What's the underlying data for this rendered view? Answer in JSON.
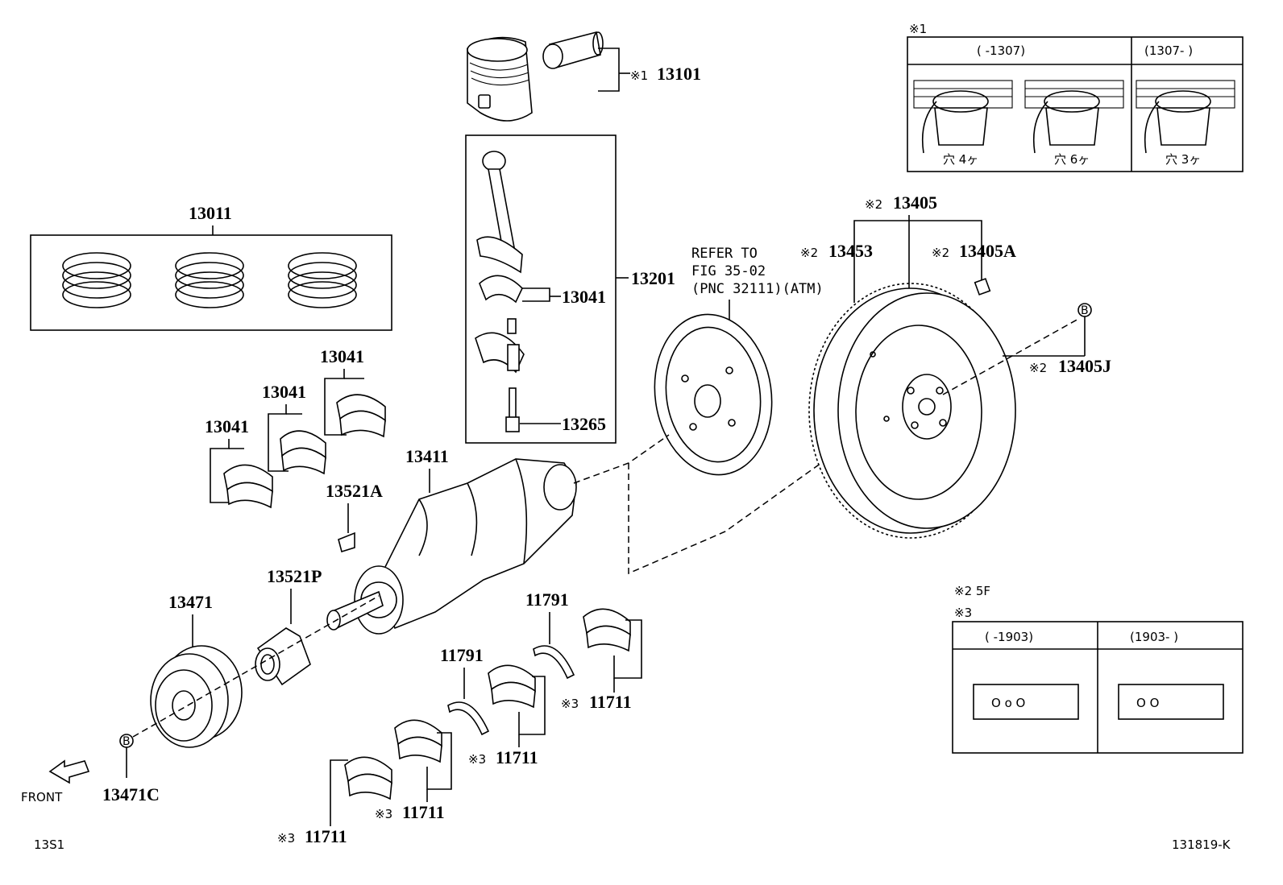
{
  "labels": {
    "p13101": "13101",
    "p13011": "13011",
    "p13201": "13201",
    "p13041_rod": "13041",
    "p13041_a": "13041",
    "p13041_b": "13041",
    "p13041_c": "13041",
    "p13265": "13265",
    "p13411": "13411",
    "p13521A": "13521A",
    "p13521P": "13521P",
    "p13471": "13471",
    "p13471C": "13471C",
    "p13405": "13405",
    "p13453": "13453",
    "p13405A": "13405A",
    "p13405J": "13405J",
    "p11791_a": "11791",
    "p11791_b": "11791",
    "p11711_a": "11711",
    "p11711_b": "11711",
    "p11711_c": "11711",
    "p11711_d": "11711"
  },
  "marks": {
    "note1": "※1",
    "note2": "※2",
    "note3": "※3",
    "callout_b": "B"
  },
  "refer": {
    "line1": "REFER TO",
    "line2": "FIG 35-02",
    "line3": "(PNC 32111)(ATM)"
  },
  "note1_table": {
    "title": "※1",
    "col1_header": "(    -1307)",
    "col2_header": "(1307-    )",
    "hole_a": "穴 4ヶ",
    "hole_b": "穴 6ヶ",
    "hole_c": "穴 3ヶ"
  },
  "note2_text": "※2 5F",
  "note3_table": {
    "title": "※3",
    "col1_header": "(    -1903)",
    "col2_header": "(1903-    )",
    "marks_a": "O  o  O",
    "marks_b": "O       O"
  },
  "footer": {
    "front": "FRONT",
    "code_left": "13S1",
    "code_right": "131819-K"
  }
}
